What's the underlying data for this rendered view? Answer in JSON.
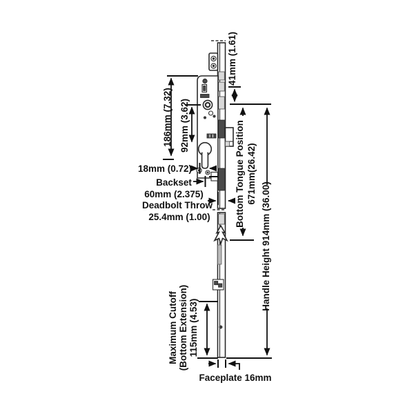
{
  "diagram": {
    "type": "technical-dimension-drawing",
    "subject": "multipoint-door-lock-side-view",
    "colors": {
      "ink": "#111111",
      "background": "#ffffff",
      "metal_shade": "#d9d9d9",
      "metal_dark": "#4a4a4a"
    },
    "labels": {
      "dim_top_offset": "41mm (1.61)",
      "dim_case_height": "186mm (7.32)",
      "dim_pz_spacing": "92mm (3.62)",
      "dim_cylinder_offset": "18mm (0.72)",
      "backset_line1": "Backset",
      "backset_line2": "60mm (2.375)",
      "deadbolt_line1": "Deadbolt Throw",
      "deadbolt_line2": "25.4mm (1.00)",
      "tongue_line1": "Bottom Tongue Position",
      "tongue_line2": "671mm(26.42)",
      "handle_height": "Handle Height 914mm (36.00)",
      "cutoff_line1": "Maximum Cutoff",
      "cutoff_line2": "(Bottom Extension)",
      "cutoff_line3": "115mm (4.53)",
      "faceplate": "Faceplate 16mm"
    }
  }
}
